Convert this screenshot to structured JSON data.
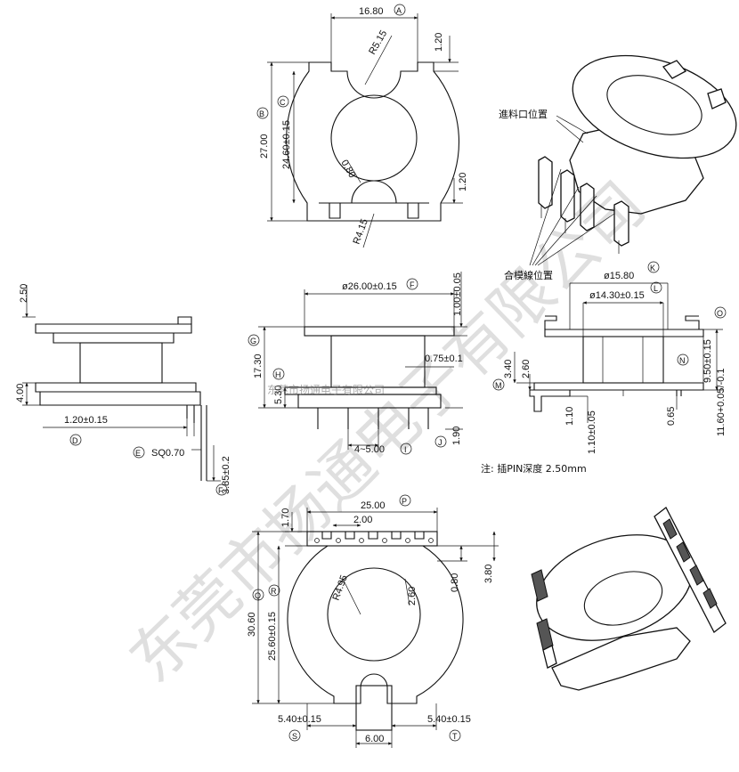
{
  "top_view": {
    "a": "16.80",
    "a_tag": "A",
    "r515": "R5.15",
    "h120a": "1.20",
    "b": "27.00",
    "b_tag": "B",
    "c": "24.60±0.15",
    "c_tag": "C",
    "d080": "0.80",
    "h120b": "1.20",
    "r415": "R4.15"
  },
  "iso_top": {
    "feed": "進料口位置",
    "mold": "合模線位置"
  },
  "side_view": {
    "h250": "2.50",
    "h400": "4.00",
    "d": "1.20±0.15",
    "d_tag": "D",
    "e": "SQ0.70",
    "e_tag": "E",
    "f": "3.85±0.2",
    "f_tag": "F"
  },
  "front_view": {
    "p26": "ø26.00±0.15",
    "p26_tag": "F",
    "t100": "1.00±0.05",
    "g": "17.30",
    "g_tag": "G",
    "h": "5.30",
    "h_tag": "H",
    "w075": "0.75±0.1",
    "pitch": "4~5.00",
    "pitch_tag": "I",
    "j": "1.90",
    "j_tag": "J"
  },
  "section_view": {
    "k": "ø15.80",
    "k_tag": "K",
    "l": "ø14.30±0.15",
    "l_tag": "L",
    "m340": "3.40",
    "m260": "2.60",
    "m_tag": "M",
    "n950": "9.50±0.15",
    "n_tag": "N",
    "o": "11.60+0.05/-0.1",
    "o_tag": "O",
    "h110a": "1.10",
    "h110b": "1.10±0.05",
    "h065": "0.65",
    "note": "注: 插PIN深度 2.50mm"
  },
  "bottom_view": {
    "p": "25.00",
    "p_tag": "P",
    "h170": "1.70",
    "w200": "2.00",
    "r495": "R4.95",
    "h260": "2.60",
    "h080": "0.80",
    "h380": "3.80",
    "q": "30.60",
    "q_tag": "Q",
    "r": "25.60±0.15",
    "r_tag": "R",
    "s": "5.40±0.15",
    "s_tag": "S",
    "w600": "6.00",
    "t": "5.40±0.15",
    "t_tag": "T"
  },
  "watermark": {
    "big": "东莞市扬通电子有限公司",
    "small": "东莞市扬通电子有限公司"
  }
}
